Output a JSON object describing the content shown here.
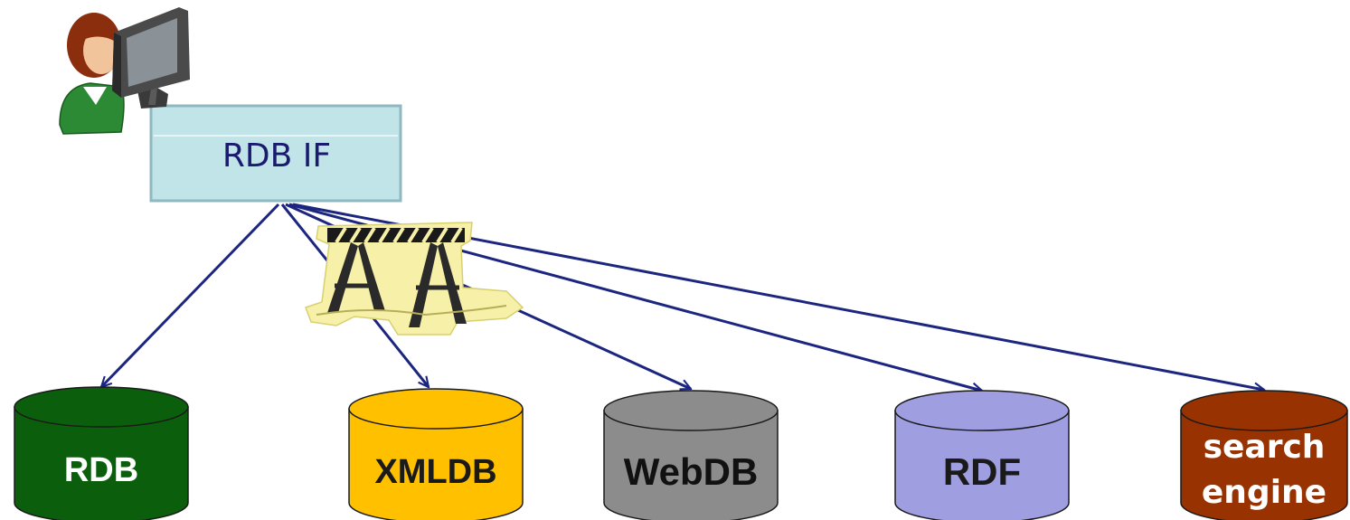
{
  "interface_box": {
    "label": "RDB IF"
  },
  "icons": {
    "user": "user-at-computer-icon",
    "barrier": "construction-barrier-icon"
  },
  "databases": [
    {
      "label_lines": [
        "RDB"
      ],
      "color": "#0b5e0b",
      "text_color": "#ffffff"
    },
    {
      "label_lines": [
        "XMLDB"
      ],
      "color": "#ffc000",
      "text_color": "#1a1a1a"
    },
    {
      "label_lines": [
        "WebDB"
      ],
      "color": "#8c8c8c",
      "text_color": "#111111"
    },
    {
      "label_lines": [
        "RDF"
      ],
      "color": "#9e9ee0",
      "text_color": "#1a1a1a"
    },
    {
      "label_lines": [
        "search",
        "engine"
      ],
      "color": "#983200",
      "text_color": "#ffffff"
    }
  ],
  "colors": {
    "arrow": "#1c2680",
    "interface_fill": "#c0e4e8",
    "interface_border": "#8fb8c0"
  }
}
